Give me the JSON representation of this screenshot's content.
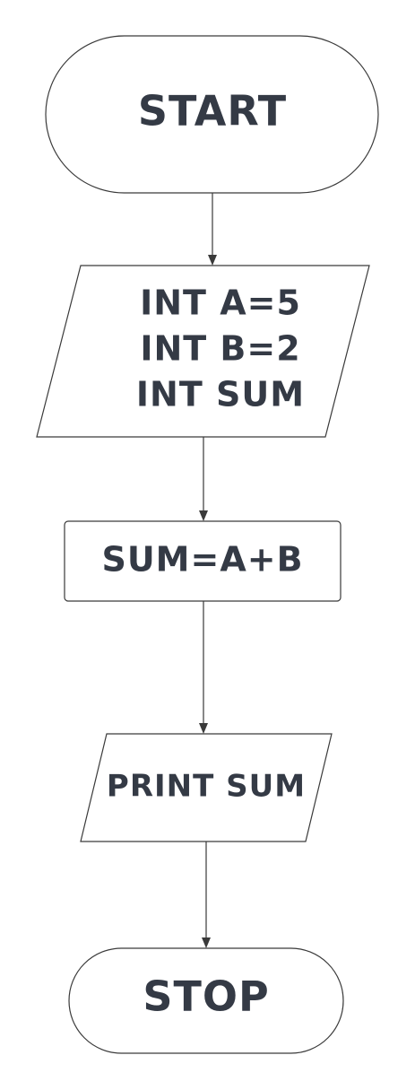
{
  "diagram": {
    "start": {
      "label": "START"
    },
    "declare": {
      "lines": [
        "INT A=5",
        "INT B=2",
        "INT SUM"
      ]
    },
    "process": {
      "label": "SUM=A+B"
    },
    "output": {
      "label": "PRINT SUM"
    },
    "stop": {
      "label": "STOP"
    }
  },
  "colors": {
    "stroke": "#3a3a3a",
    "text": "#343a45",
    "background": "#ffffff"
  }
}
